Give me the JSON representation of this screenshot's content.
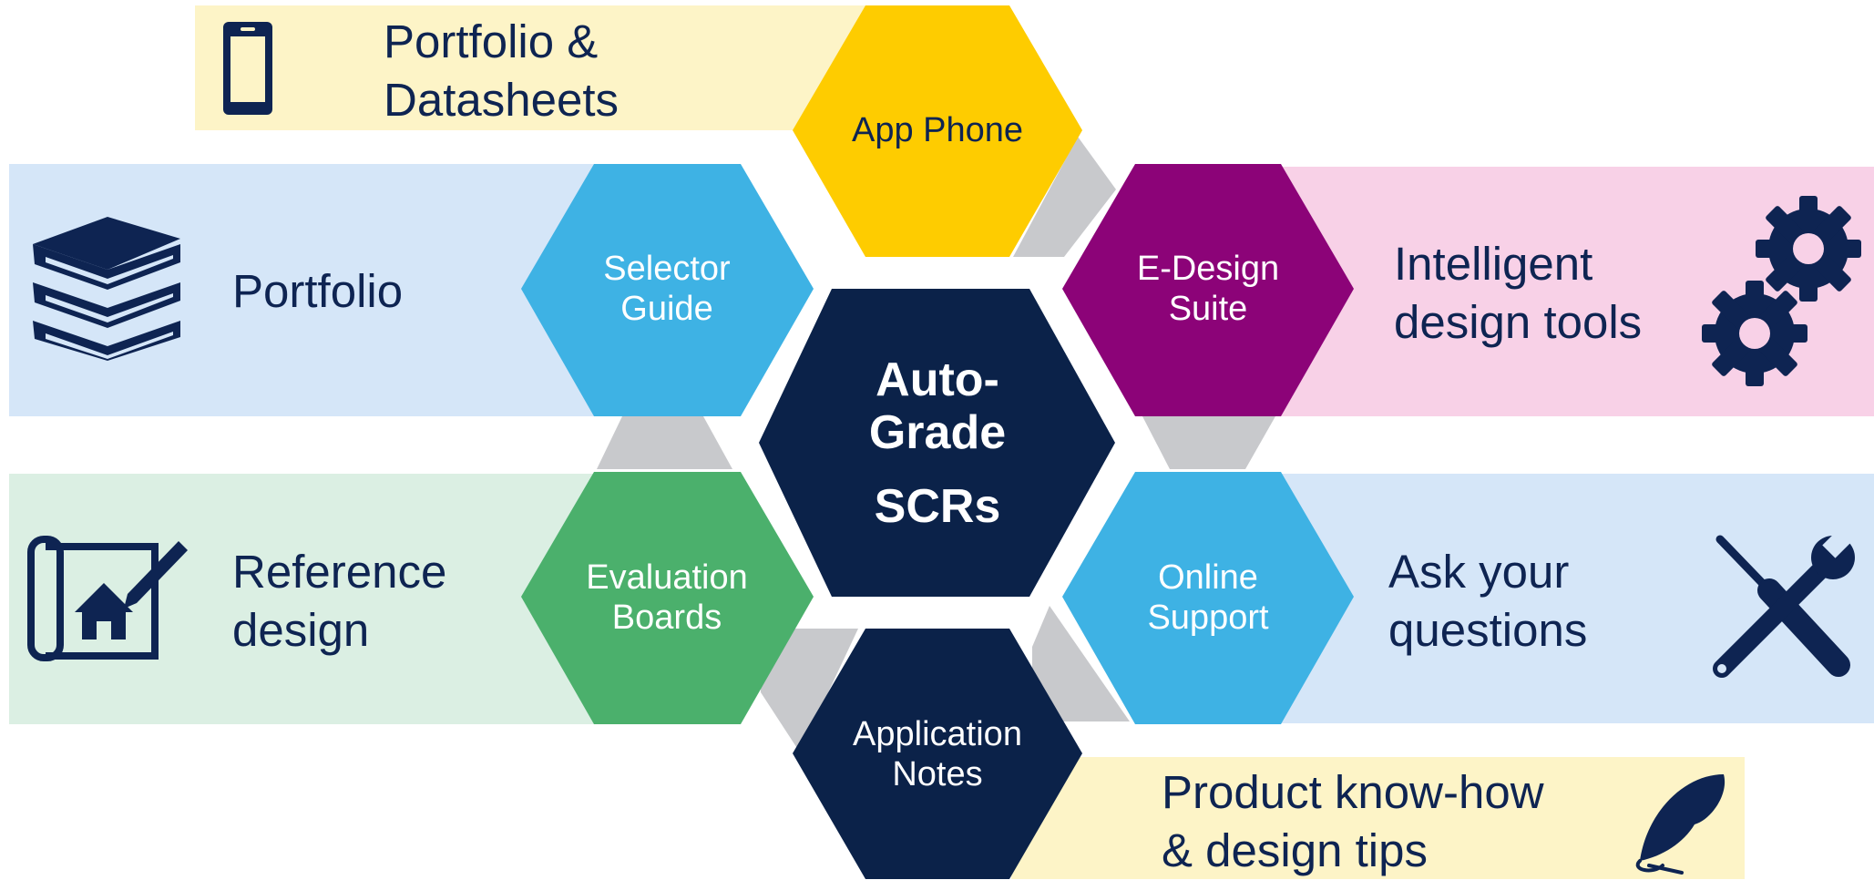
{
  "colors": {
    "navy": "#0b2249",
    "yellow": "#fecc00",
    "cyan": "#3eb2e4",
    "purple": "#8c0378",
    "green": "#4bb06c",
    "connector": "#c8c9cc",
    "band_yellow": "#fdf4c7",
    "band_blue": "#d5e6f8",
    "band_pink": "#f8d1e7",
    "band_green": "#dbefe3"
  },
  "center": {
    "line1": "Auto-",
    "line2": "Grade",
    "line3": "SCRs"
  },
  "hexagons": {
    "app_phone": {
      "label": "App Phone"
    },
    "selector_guide": {
      "line1": "Selector",
      "line2": "Guide"
    },
    "e_design": {
      "line1": "E-Design",
      "line2": "Suite"
    },
    "evaluation": {
      "line1": "Evaluation",
      "line2": "Boards"
    },
    "online_support": {
      "line1": "Online",
      "line2": "Support"
    },
    "app_notes": {
      "line1": "Application",
      "line2": "Notes"
    }
  },
  "bands": {
    "portfolio_datasheets": {
      "line1": "Portfolio &",
      "line2": "Datasheets",
      "icon": "smartphone-icon"
    },
    "portfolio": {
      "line1": "Portfolio",
      "icon": "books-icon"
    },
    "intelligent": {
      "line1": "Intelligent",
      "line2": "design tools",
      "icon": "gears-icon"
    },
    "reference": {
      "line1": "Reference",
      "line2": "design",
      "icon": "blueprint-house-icon"
    },
    "ask": {
      "line1": "Ask your",
      "line2": "questions",
      "icon": "tools-icon"
    },
    "knowhow": {
      "line1": "Product know-how",
      "line2": "& design tips",
      "icon": "feather-quill-icon"
    }
  }
}
